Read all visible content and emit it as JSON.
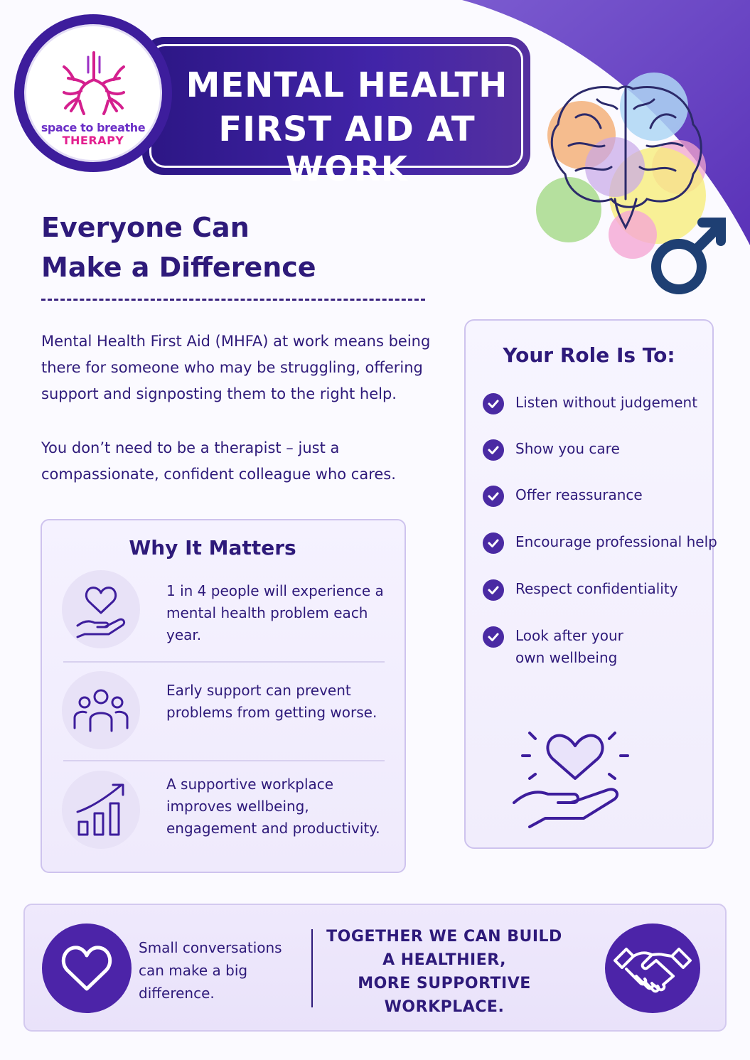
{
  "logo": {
    "line1": "space to breathe",
    "line2": "THERAPY"
  },
  "banner": {
    "title_line1": "MENTAL HEALTH",
    "title_line2": "FIRST AID AT WORK"
  },
  "heading": {
    "line1": "Everyone Can",
    "line2": "Make a Difference"
  },
  "intro": {
    "para1": "Mental Health First Aid (MHFA) at work means being there for someone who may be struggling, offering support and signposting them to the right help.",
    "para2": "You don’t need to be a therapist – just a compassionate, confident colleague who cares."
  },
  "why": {
    "title": "Why It Matters",
    "items": [
      {
        "icon": "heart-in-hand-icon",
        "text": "1 in 4 people will experience a mental health problem each year."
      },
      {
        "icon": "people-group-icon",
        "text": "Early support can prevent problems from getting worse."
      },
      {
        "icon": "growth-chart-icon",
        "text": "A supportive workplace improves wellbeing, engagement and productivity."
      }
    ]
  },
  "role": {
    "title": "Your Role Is To:",
    "items": [
      "Listen without judgement",
      "Show you care",
      "Offer reassurance",
      "Encourage professional help",
      "Respect confidentiality",
      "Look after your\nown wellbeing"
    ]
  },
  "footer": {
    "small_text": "Small conversations can make a big difference.",
    "call_line1": "TOGETHER WE CAN BUILD",
    "call_line2": "A HEALTHIER,",
    "call_line3": "MORE SUPPORTIVE",
    "call_line4": "WORKPLACE."
  },
  "colors": {
    "primary": "#3d1d9c",
    "text": "#2e1a7a",
    "accent_pink": "#e3208f",
    "lavender": "#efe9fc",
    "male_symbol": "#1e3f73"
  }
}
